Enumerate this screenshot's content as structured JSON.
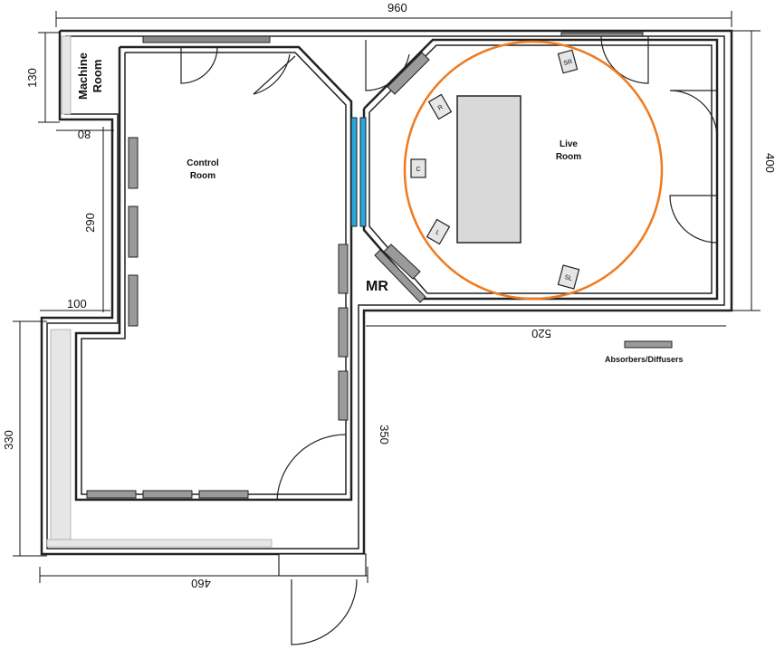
{
  "dimensions": {
    "top": "960",
    "machine_height": "130",
    "machine_width": "80",
    "left_upper": "290",
    "left_step": "100",
    "left_lower": "330",
    "bottom": "460",
    "inner_right": "350",
    "live_bottom": "520",
    "right": "400"
  },
  "rooms": {
    "machine_line1": "Machine",
    "machine_line2": "Room",
    "control_line1": "Control",
    "control_line2": "Room",
    "live_line1": "Live",
    "live_line2": "Room",
    "mr": "MR"
  },
  "speakers": {
    "r": "R",
    "sr": "SR",
    "c": "C",
    "l": "L",
    "sl": "SL"
  },
  "legend": {
    "label": "Absorbers/Diffusers"
  },
  "colors": {
    "wall": "#222222",
    "speaker_circle": "#f07a1e",
    "window_glass": "#2aa7dc",
    "panel_fill": "#9a9a9a",
    "table_fill": "#d9d9d9"
  }
}
